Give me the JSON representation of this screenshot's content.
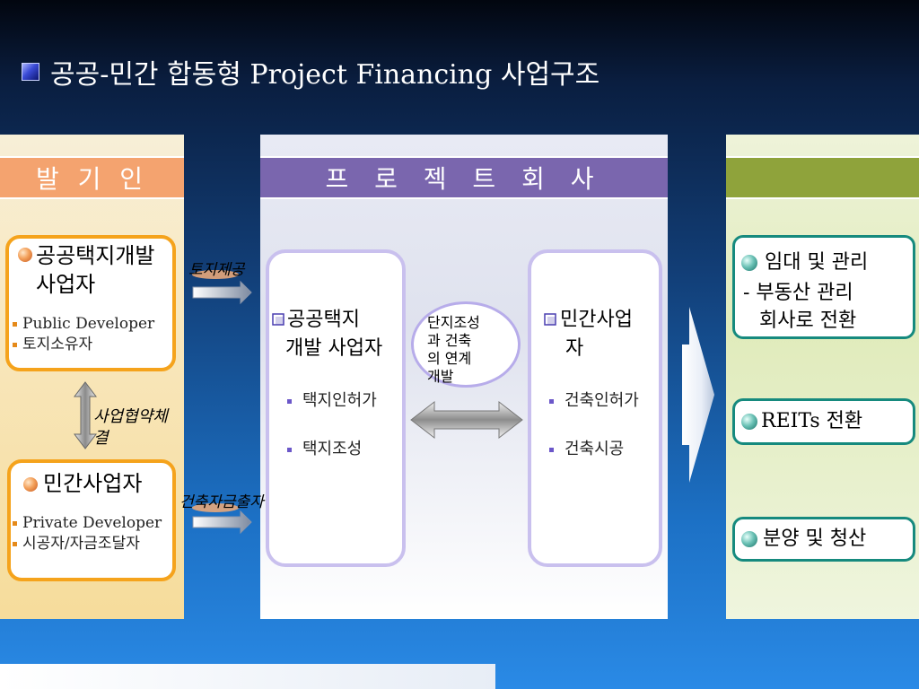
{
  "title": "공공-민간 합동형 Project Financing 사업구조",
  "headers": {
    "left": "발 기 인",
    "middle": "프 로 젝 트  회 사",
    "right": ""
  },
  "left": {
    "box1": {
      "title_line1": "공공택지개발",
      "title_line2": "사업자",
      "bullets": [
        "Public Developer",
        "토지소유자"
      ]
    },
    "agreement_label_line1": "사업협약체",
    "agreement_label_line2": "결",
    "box2": {
      "title": "민간사업자",
      "bullets": [
        "Private Developer",
        "시공자/자금조달자"
      ]
    }
  },
  "flows": {
    "land": "토지제공",
    "funding": "건축자금출자"
  },
  "middle": {
    "box1": {
      "title_line1": "공공택지",
      "title_line2": "개발 사업자",
      "bullets": [
        "택지인허가",
        "택지조성"
      ]
    },
    "ellipse": {
      "line1": "단지조성",
      "line2": "과  건축",
      "line3": "의 연계",
      "line4": "개발"
    },
    "box2": {
      "title_line1": "민간사업",
      "title_line2": "자",
      "bullets": [
        "건축인허가",
        "건축시공"
      ]
    }
  },
  "right": {
    "box1": {
      "line1": "임대 및 관리",
      "line2": "- 부동산 관리",
      "line3": "회사로  전환"
    },
    "box2": {
      "label": "REITs 전환"
    },
    "box3": {
      "label": "분양 및 청산"
    }
  }
}
